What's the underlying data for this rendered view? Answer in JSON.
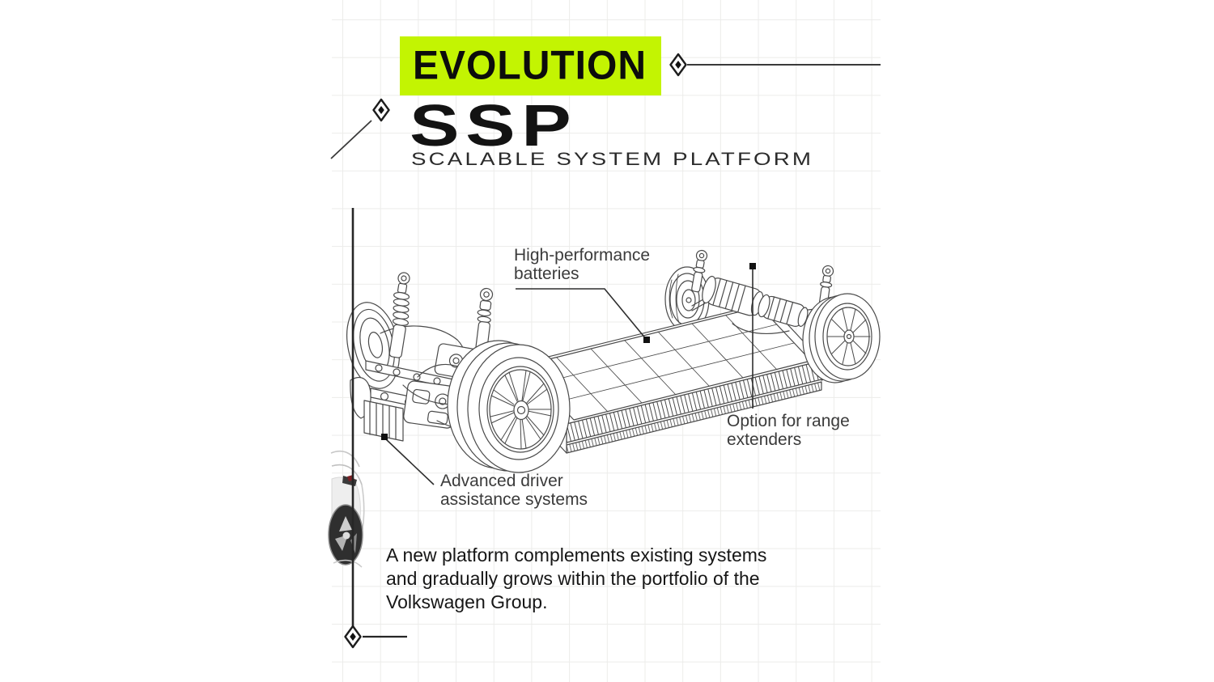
{
  "header": {
    "eyebrow": "EVOLUTION",
    "title": "SSP",
    "subtitle": "SCALABLE SYSTEM PLATFORM"
  },
  "diagram": {
    "labels": [
      {
        "id": "high-performance-batteries",
        "text": "High-performance batteries"
      },
      {
        "id": "range-extenders",
        "text": "Option for range extenders"
      },
      {
        "id": "adas",
        "text": "Advanced driver assistance systems"
      }
    ]
  },
  "footer": {
    "paragraph": "A new platform complements existing systems and gradually grows within the portfolio of the Volkswagen Group."
  },
  "colors": {
    "accent_green": "#c3f402",
    "ink": "#161616",
    "label_text": "#3b3b3b",
    "line_art": "#4a4a4a",
    "grid": "#ececea"
  }
}
